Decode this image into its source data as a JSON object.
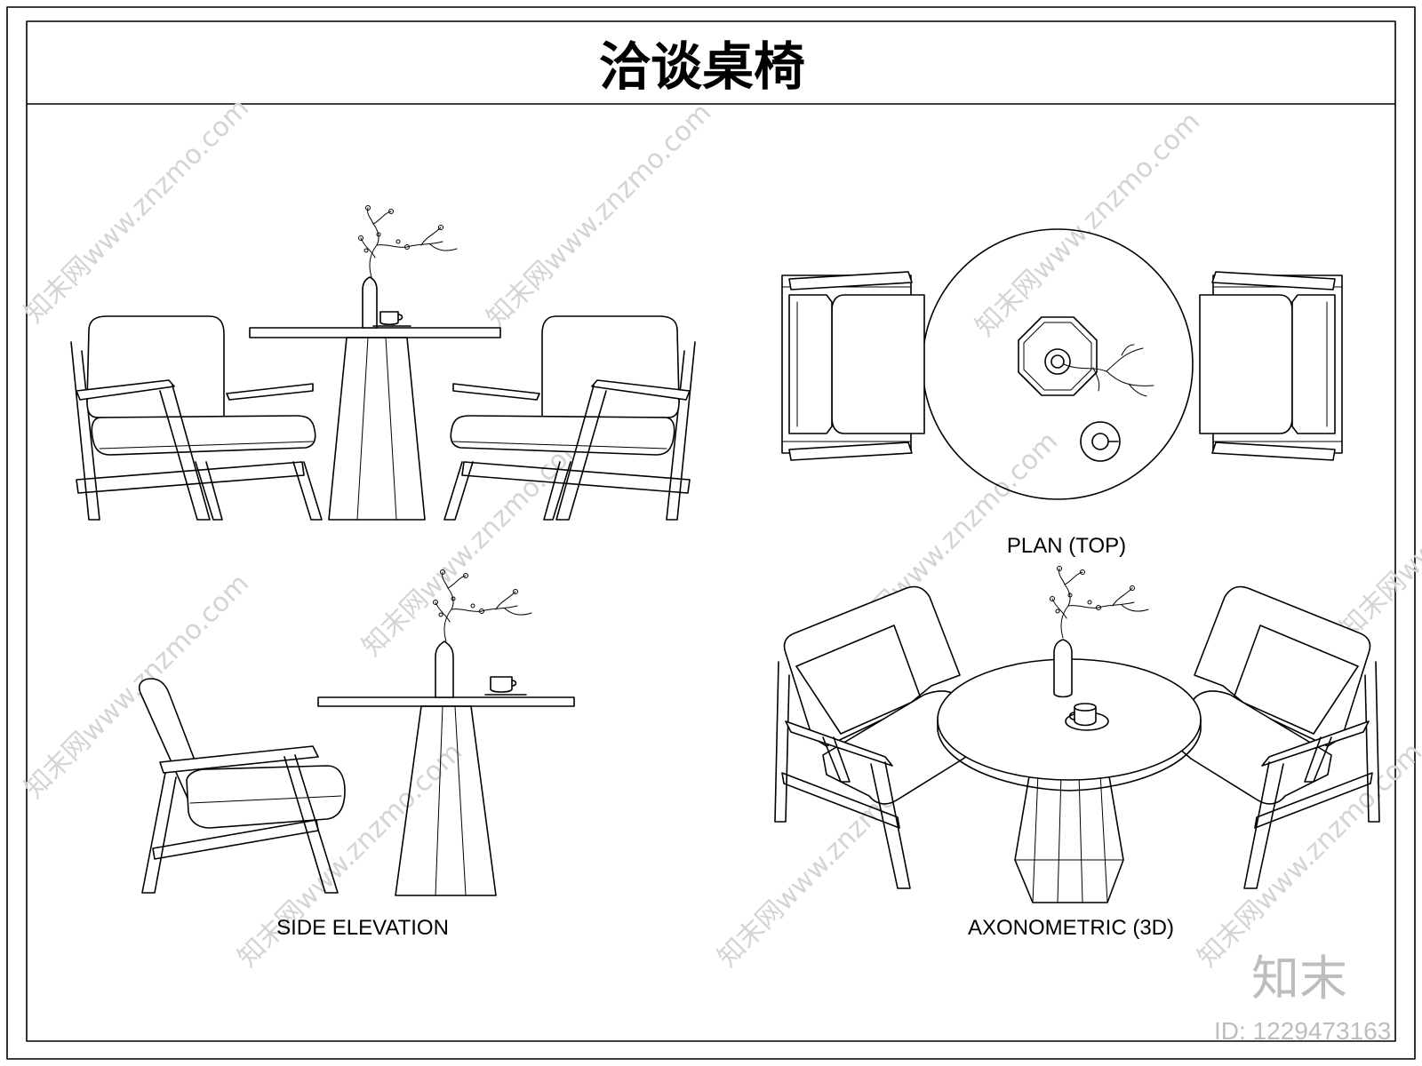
{
  "title": "洽谈桌椅",
  "views": {
    "plan_label": "PLAN (TOP)",
    "side_label": "SIDE ELEVATION",
    "axon_label": "AXONOMETRIC (3D)"
  },
  "watermark": {
    "text": "知末网www.znzmo.com",
    "brand": "知末",
    "id": "ID: 1229473163"
  },
  "colors": {
    "line": "#000000",
    "background": "#ffffff",
    "watermark": "#d4d4d4"
  }
}
